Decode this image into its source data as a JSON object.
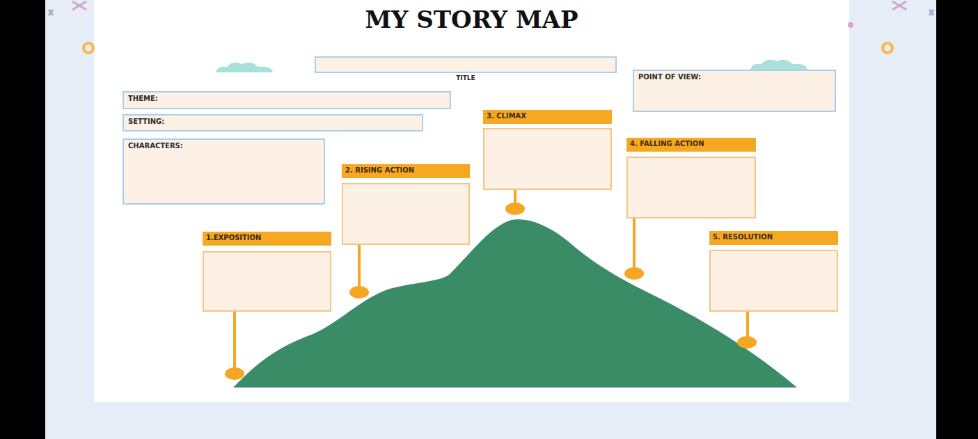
{
  "diagram": {
    "title": "MY STORY MAP",
    "nodes": [
      {
        "text": [
          "TITLE"
        ]
      },
      {
        "text": [
          "THEME:"
        ]
      },
      {
        "text": [
          "SETTING:"
        ]
      },
      {
        "text": [
          "CHARACTERS:"
        ]
      },
      {
        "text": [
          "POINT OF VIEW:"
        ]
      },
      {
        "text": [
          "1.EXPOSITION"
        ]
      },
      {
        "text": [
          "2. RISING ACTION"
        ]
      },
      {
        "text": [
          "3. CLIMAX"
        ]
      },
      {
        "text": [
          "4. FALLING ACTION"
        ]
      },
      {
        "text": [
          "5. RESOLUTION"
        ]
      }
    ]
  }
}
